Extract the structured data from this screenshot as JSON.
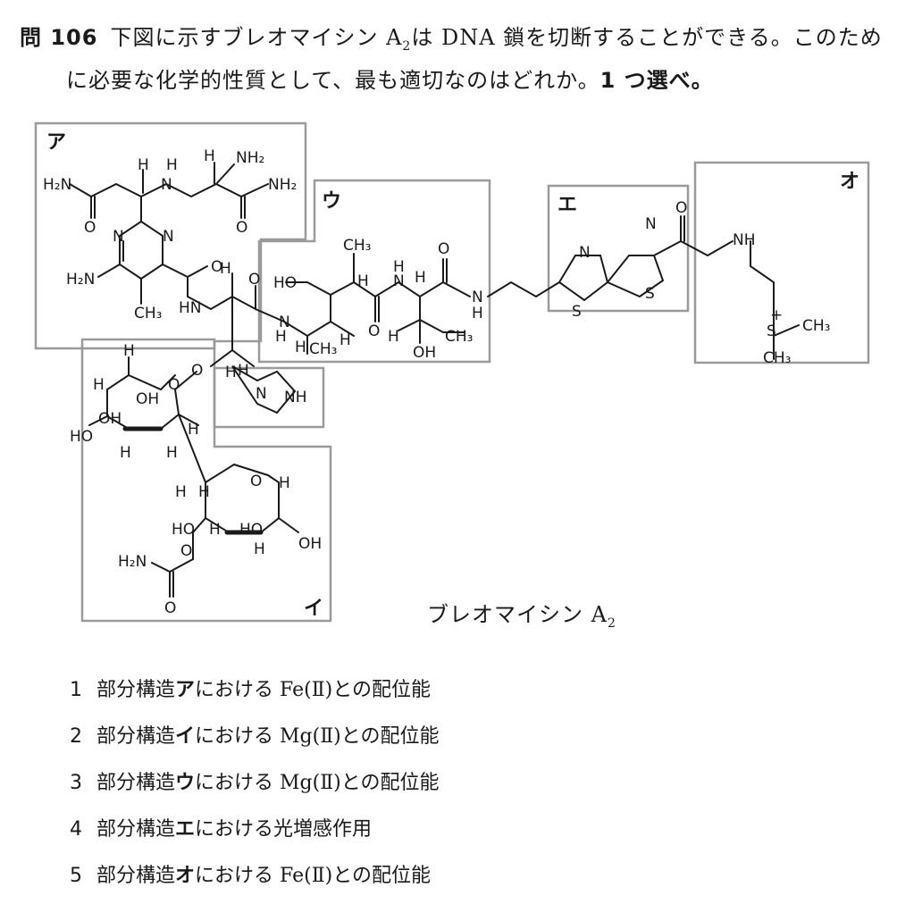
{
  "question": {
    "number": "問 106",
    "line1_a": "下図に示すブレオマイシン A",
    "line1_sub": "2",
    "line1_b": "は DNA 鎖を切断することができる。このため",
    "line2_a": "に必要な化学的性質として、最も適切なのはどれか。",
    "line2_count": "1 つ選べ。"
  },
  "figure": {
    "box_labels": [
      "ア",
      "イ",
      "ウ",
      "エ",
      "オ"
    ],
    "caption": "ブレオマイシン A",
    "caption_sub": "2"
  },
  "choices": [
    {
      "num": "1",
      "pre": "部分構造",
      "kw": "ア",
      "post": "における Fe(Ⅱ)との配位能"
    },
    {
      "num": "2",
      "pre": "部分構造",
      "kw": "イ",
      "post": "における Mg(Ⅱ)との配位能"
    },
    {
      "num": "3",
      "pre": "部分構造",
      "kw": "ウ",
      "post": "における Mg(Ⅱ)との配位能"
    },
    {
      "num": "4",
      "pre": "部分構造",
      "kw": "エ",
      "post": "における光増感作用"
    },
    {
      "num": "5",
      "pre": "部分構造",
      "kw": "オ",
      "post": "における Fe(Ⅱ)との配位能"
    }
  ]
}
